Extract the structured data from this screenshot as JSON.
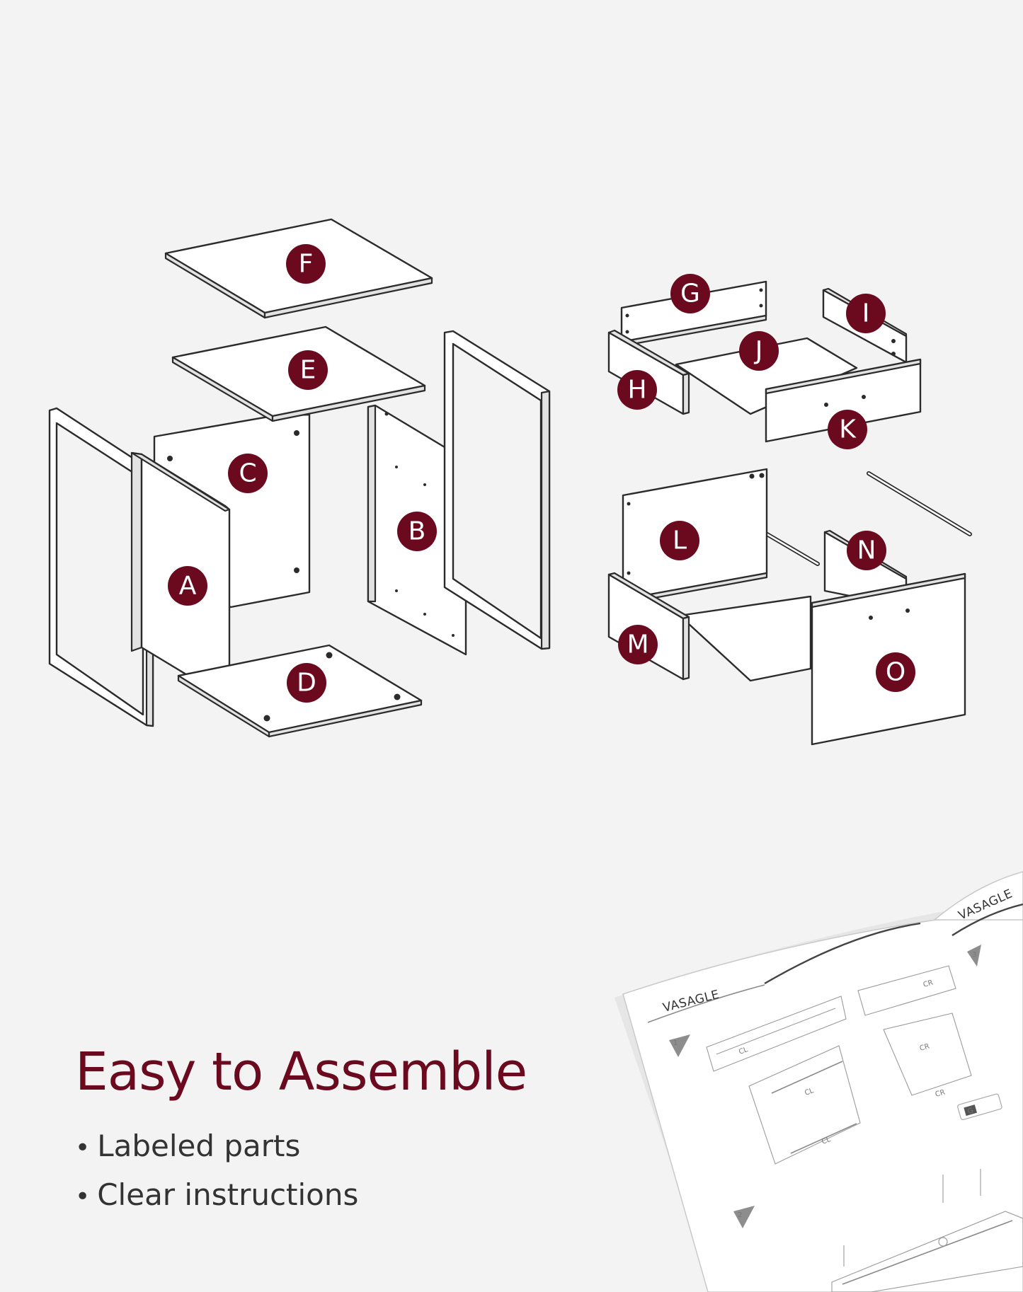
{
  "parts": [
    {
      "id": "part-a",
      "label": "A"
    },
    {
      "id": "part-b",
      "label": "B"
    },
    {
      "id": "part-c",
      "label": "C"
    },
    {
      "id": "part-d",
      "label": "D"
    },
    {
      "id": "part-e",
      "label": "E"
    },
    {
      "id": "part-f",
      "label": "F"
    },
    {
      "id": "part-g",
      "label": "G"
    },
    {
      "id": "part-h",
      "label": "H"
    },
    {
      "id": "part-i",
      "label": "I"
    },
    {
      "id": "part-j",
      "label": "J"
    },
    {
      "id": "part-k",
      "label": "K"
    },
    {
      "id": "part-l",
      "label": "L"
    },
    {
      "id": "part-m",
      "label": "M"
    },
    {
      "id": "part-n",
      "label": "N"
    },
    {
      "id": "part-o",
      "label": "O"
    }
  ],
  "headline": "Easy to Assemble",
  "features": [
    "Labeled parts",
    "Clear instructions"
  ],
  "manual": {
    "brand": "VASAGLE",
    "step_labels": [
      "1",
      "2",
      "3"
    ],
    "rail_labels": [
      "CL",
      "CR"
    ],
    "hardware_tag": "G"
  },
  "colors": {
    "accent": "#6b0a1e",
    "background": "#f3f3f3",
    "outline": "#2b2b2b",
    "body_text": "#333333"
  }
}
